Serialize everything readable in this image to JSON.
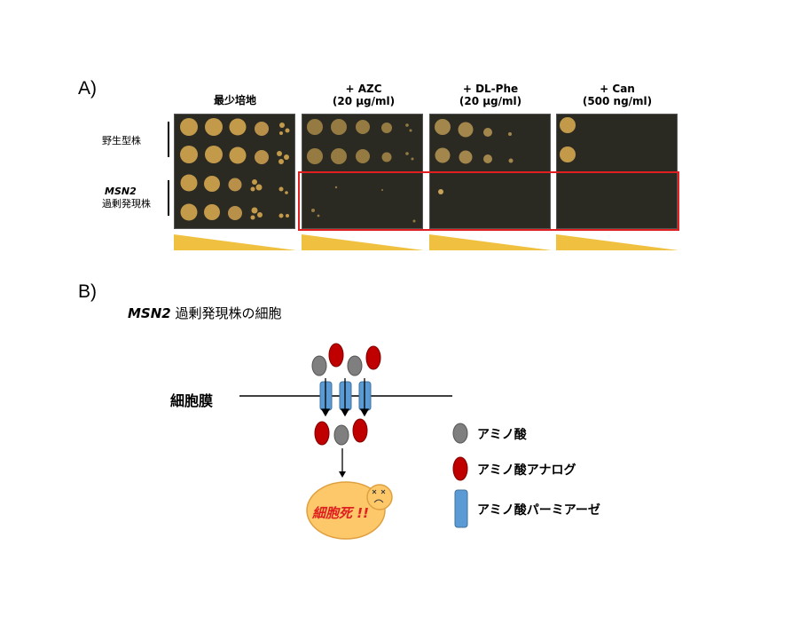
{
  "panel_a": {
    "label": "A)",
    "columns": [
      {
        "line1": "最少培地",
        "line2": ""
      },
      {
        "line1": "+ AZC",
        "line2": "(20 μg/ml)"
      },
      {
        "line1": "+ DL-Phe",
        "line2": "(20 μg/ml)"
      },
      {
        "line1": "+ Can",
        "line2": "(500 ng/ml)"
      }
    ],
    "rows": {
      "wild_type": "野生型株",
      "msn2_gene": "MSN2",
      "msn2_overexp": "過剰発現株"
    }
  },
  "panel_b": {
    "label": "B)",
    "title_gene": "MSN2",
    "title_rest": " 過剰発現株の細胞",
    "membrane_label": "細胞膜",
    "death_label": "細胞死 !!",
    "legend": [
      {
        "label": "アミノ酸",
        "color": "#7f7f7f"
      },
      {
        "label": "アミノ酸アナログ",
        "color": "#c00000"
      },
      {
        "label": "アミノ酸パーミアーゼ",
        "color": "#5b9bd5"
      }
    ]
  },
  "colors": {
    "colony": "#c29a4a",
    "wedge": "#f0c040",
    "highlight_box": "#e02020",
    "cell": "#fcc86a"
  }
}
